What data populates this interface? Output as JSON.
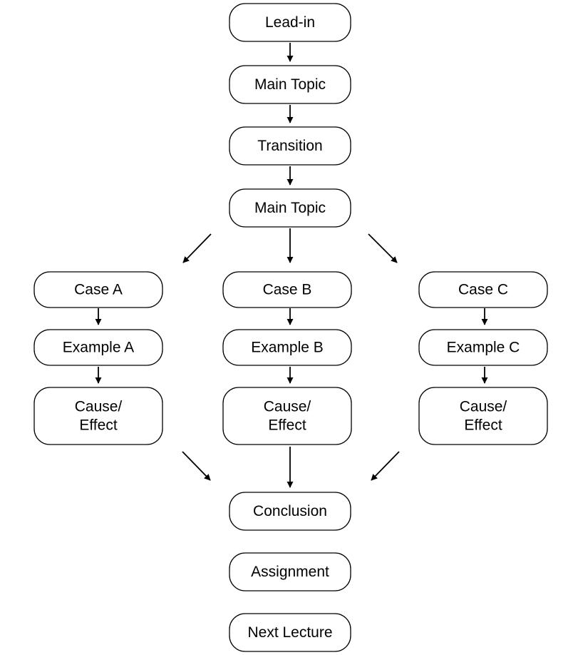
{
  "nodes": [
    {
      "id": "lead-in",
      "label": [
        "Lead-in"
      ]
    },
    {
      "id": "main-topic-1",
      "label": [
        "Main Topic"
      ]
    },
    {
      "id": "transition",
      "label": [
        "Transition"
      ]
    },
    {
      "id": "main-topic-2",
      "label": [
        "Main Topic"
      ]
    },
    {
      "id": "case-a",
      "label": [
        "Case A"
      ]
    },
    {
      "id": "case-b",
      "label": [
        "Case B"
      ]
    },
    {
      "id": "case-c",
      "label": [
        "Case C"
      ]
    },
    {
      "id": "example-a",
      "label": [
        "Example A"
      ]
    },
    {
      "id": "example-b",
      "label": [
        "Example B"
      ]
    },
    {
      "id": "example-c",
      "label": [
        "Example C"
      ]
    },
    {
      "id": "cause-effect-a",
      "label": [
        "Cause/",
        "Effect"
      ]
    },
    {
      "id": "cause-effect-b",
      "label": [
        "Cause/",
        "Effect"
      ]
    },
    {
      "id": "cause-effect-c",
      "label": [
        "Cause/",
        "Effect"
      ]
    },
    {
      "id": "conclusion",
      "label": [
        "Conclusion"
      ]
    },
    {
      "id": "assignment",
      "label": [
        "Assignment"
      ]
    },
    {
      "id": "next-lecture",
      "label": [
        "Next Lecture"
      ]
    }
  ],
  "edges": [
    {
      "from": "lead-in",
      "to": "main-topic-1"
    },
    {
      "from": "main-topic-1",
      "to": "transition"
    },
    {
      "from": "transition",
      "to": "main-topic-2"
    },
    {
      "from": "main-topic-2",
      "to": "case-a"
    },
    {
      "from": "main-topic-2",
      "to": "case-b"
    },
    {
      "from": "main-topic-2",
      "to": "case-c"
    },
    {
      "from": "case-a",
      "to": "example-a"
    },
    {
      "from": "case-b",
      "to": "example-b"
    },
    {
      "from": "case-c",
      "to": "example-c"
    },
    {
      "from": "example-a",
      "to": "cause-effect-a"
    },
    {
      "from": "example-b",
      "to": "cause-effect-b"
    },
    {
      "from": "example-c",
      "to": "cause-effect-c"
    },
    {
      "from": "cause-effect-a",
      "to": "conclusion"
    },
    {
      "from": "cause-effect-b",
      "to": "conclusion"
    },
    {
      "from": "cause-effect-c",
      "to": "conclusion"
    }
  ]
}
